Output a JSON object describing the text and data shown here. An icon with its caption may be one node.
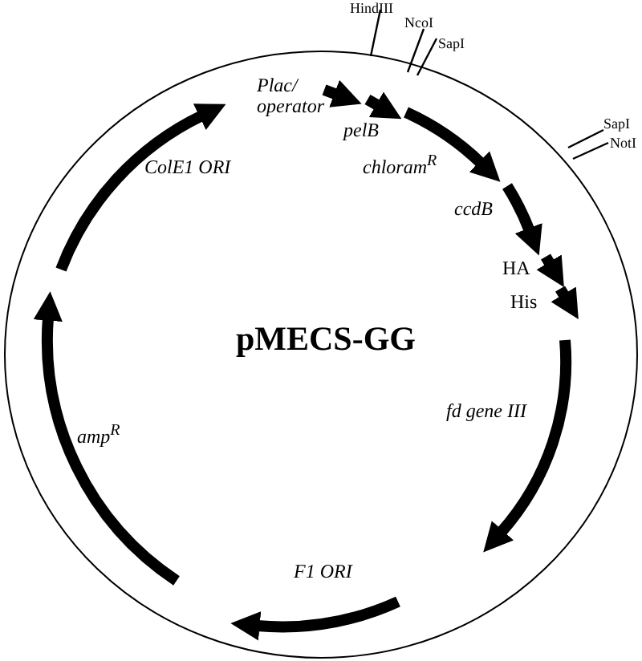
{
  "diagram": {
    "title": "pMECS-GG",
    "labels": [
      "HindIII",
      "NcoI",
      "SapI",
      "Plac/ operator",
      "pelB",
      "chloram$^{R}$",
      "SapI",
      "NotI",
      "ColE1 ORI",
      "ccdB",
      "HA",
      "His",
      "amp$^{R}$",
      "fd gene III",
      "F1 ORI"
    ]
  }
}
